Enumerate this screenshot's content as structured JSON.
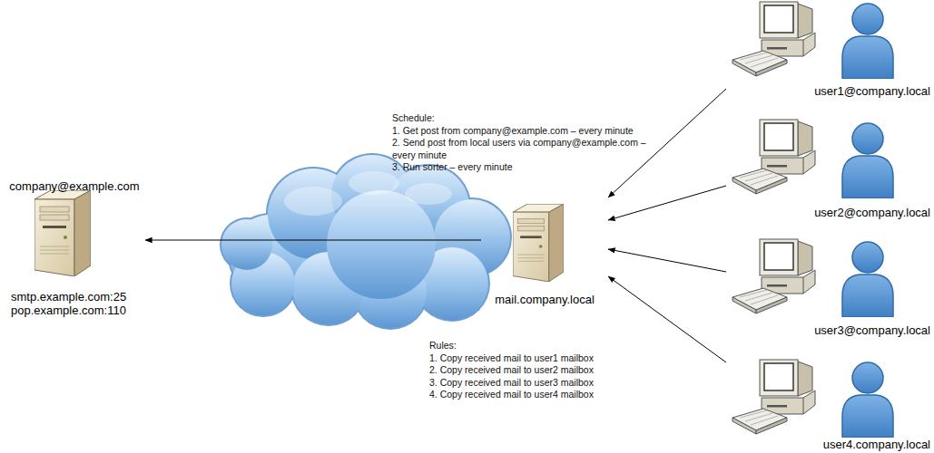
{
  "diagram": {
    "nodes": [
      {
        "text": [
          "company@example.com",
          "smtp.example.com:25 pop.example.com:110"
        ]
      },
      {
        "text": [
          "mail.company.local"
        ]
      },
      {
        "text": [
          "user1@company.local"
        ]
      },
      {
        "text": [
          "user2@company.local"
        ]
      },
      {
        "text": [
          "user3@company.local"
        ]
      },
      {
        "text": [
          "user4.company.local"
        ]
      }
    ],
    "edges": [
      {
        "from": 1,
        "to": 0,
        "arrow": "to"
      },
      {
        "from": 2,
        "to": 1,
        "arrow": "to"
      },
      {
        "from": 3,
        "to": 1,
        "arrow": "to"
      },
      {
        "from": 4,
        "to": 1,
        "arrow": "to"
      },
      {
        "from": 5,
        "to": 1,
        "arrow": "to"
      }
    ],
    "labels": [
      "Schedule:",
      "1. Get post from company@example.com – every minute",
      "2. Send post from local users via company@example.com – every minute",
      "3. Run sorter – every minute",
      "Rules:",
      "1. Copy received mail to user1 mailbox",
      "2. Copy received mail to user2 mailbox",
      "3. Copy received mail to user3 mailbox",
      "4. Copy received mail to user4 mailbox"
    ]
  }
}
